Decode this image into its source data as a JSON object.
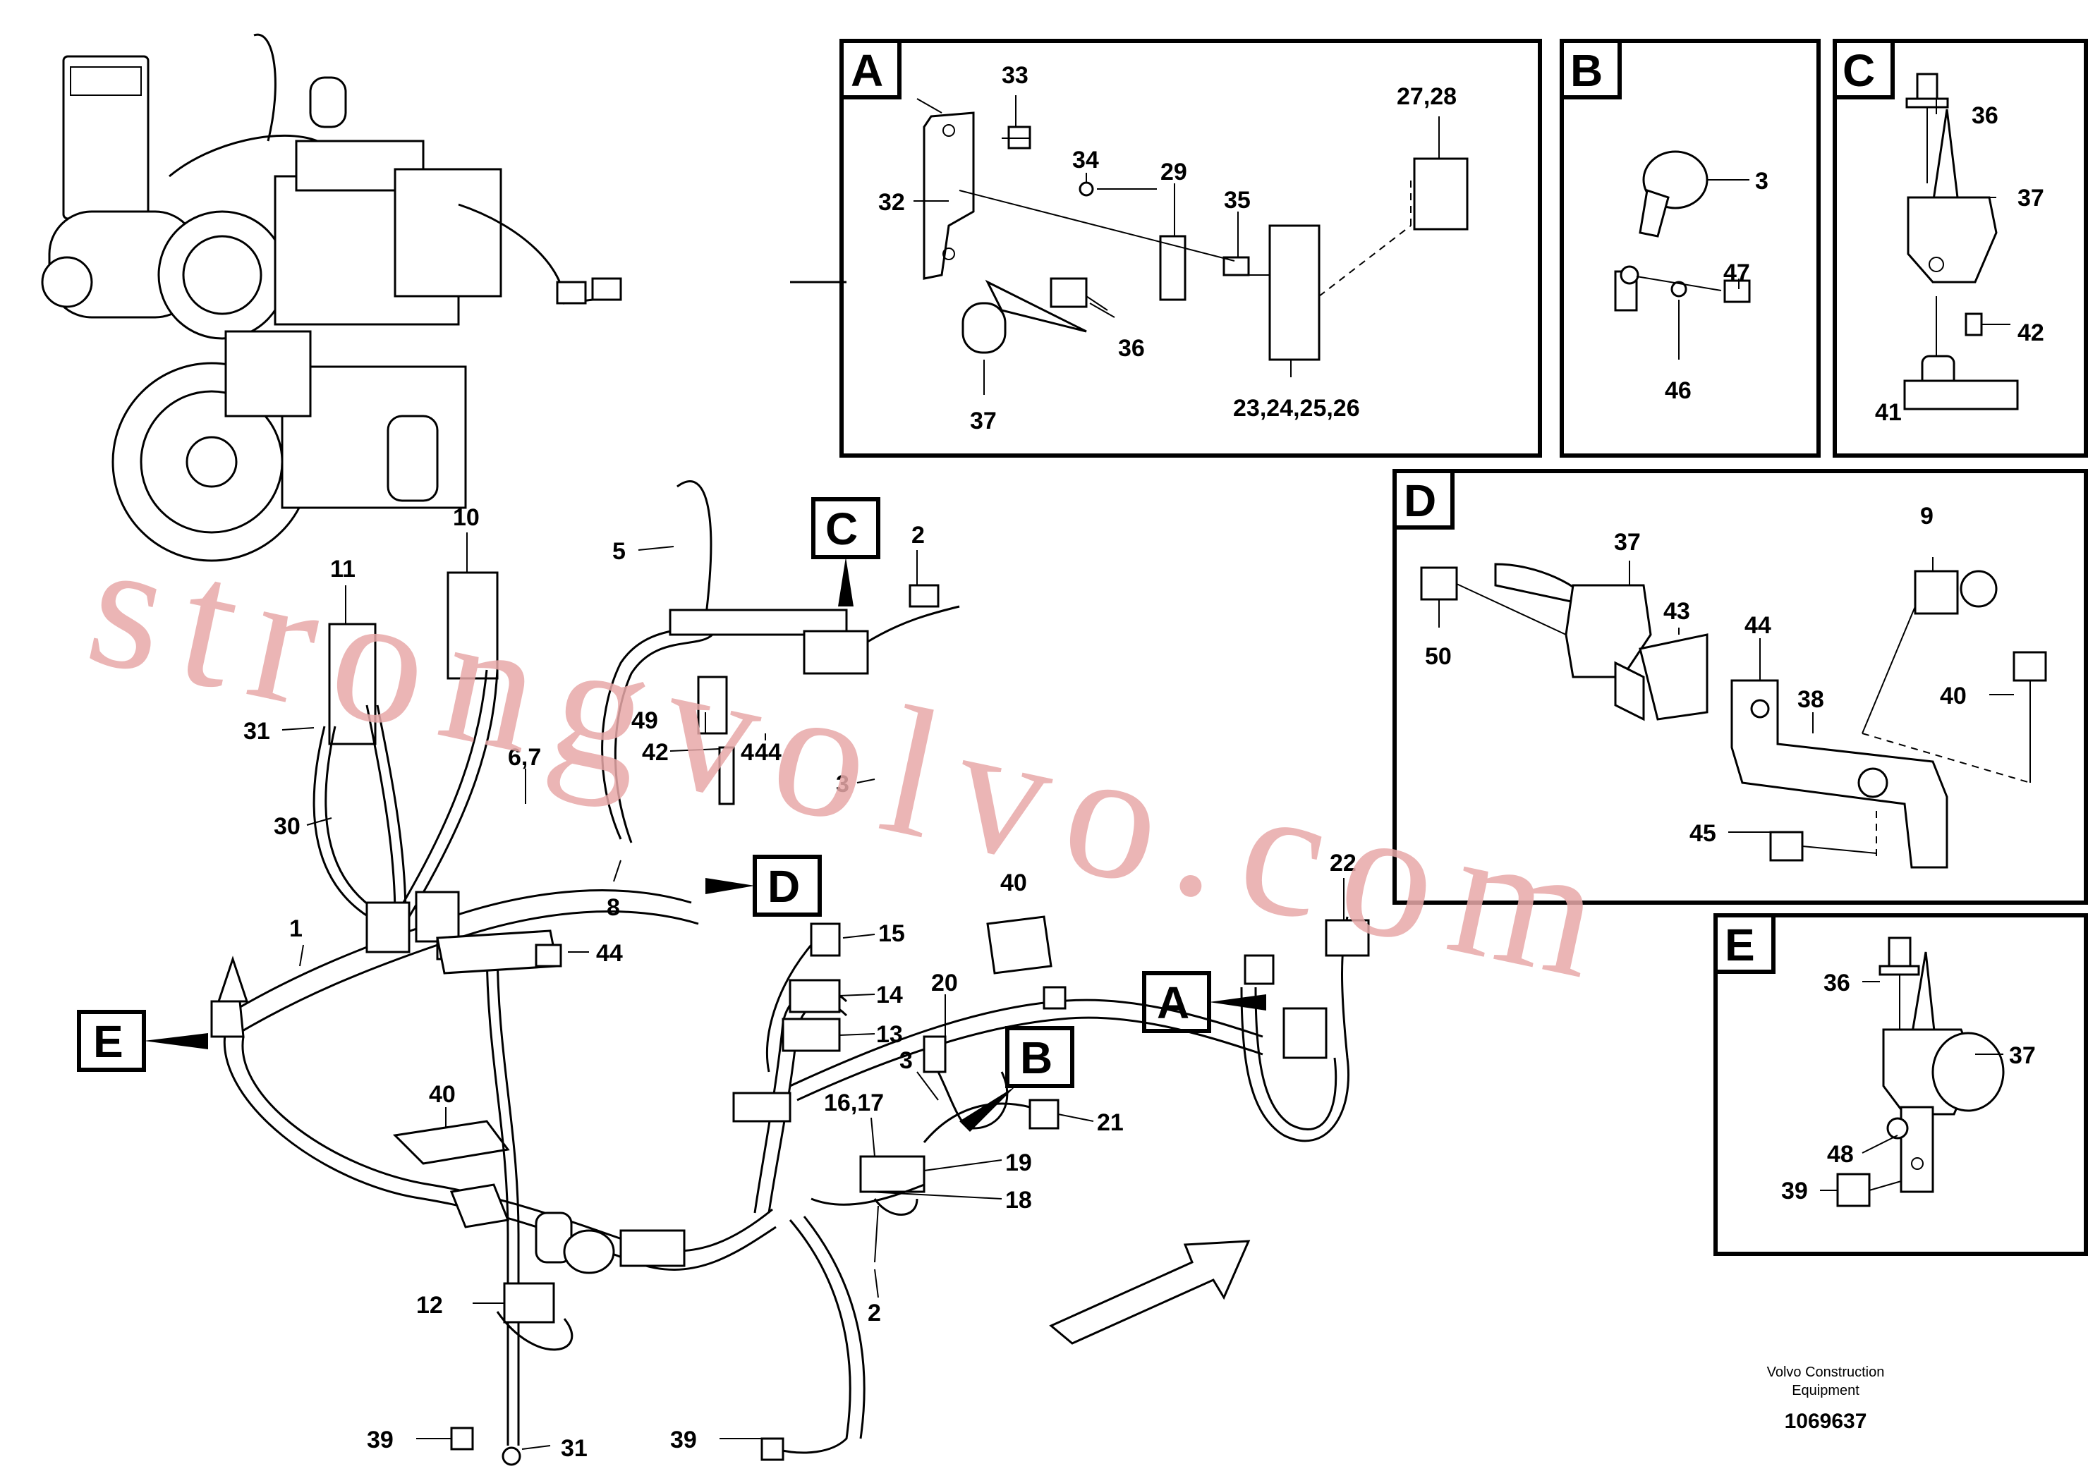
{
  "detail_boxes": [
    {
      "id": "A",
      "letter": "A"
    },
    {
      "id": "B",
      "letter": "B"
    },
    {
      "id": "C",
      "letter": "C"
    },
    {
      "id": "D",
      "letter": "D"
    },
    {
      "id": "E",
      "letter": "E"
    }
  ],
  "box_a_labels": [
    "33",
    "34",
    "29",
    "35",
    "27,28",
    "32",
    "36",
    "37",
    "23,24,25,26"
  ],
  "box_b_labels": [
    "3",
    "47",
    "46"
  ],
  "box_c_labels": [
    "36",
    "37",
    "42",
    "41"
  ],
  "box_d_labels": [
    "37",
    "43",
    "9",
    "44",
    "50",
    "38",
    "40",
    "45"
  ],
  "box_e_labels": [
    "36",
    "37",
    "48",
    "39"
  ],
  "main_labels": [
    "11",
    "10",
    "5",
    "2",
    "31",
    "6,7",
    "49",
    "42",
    "4",
    "44",
    "3",
    "30",
    "8",
    "1",
    "44",
    "15",
    "40",
    "22",
    "14",
    "20",
    "13",
    "3",
    "16,17",
    "21",
    "19",
    "18",
    "40",
    "12",
    "2",
    "39",
    "31",
    "39"
  ],
  "view_markers": [
    "C",
    "D",
    "E",
    "A",
    "B"
  ],
  "watermark": "strongvolvo.com",
  "footer": {
    "company_line1": "Volvo Construction",
    "company_line2": "Equipment",
    "doc_number": "1069637"
  }
}
